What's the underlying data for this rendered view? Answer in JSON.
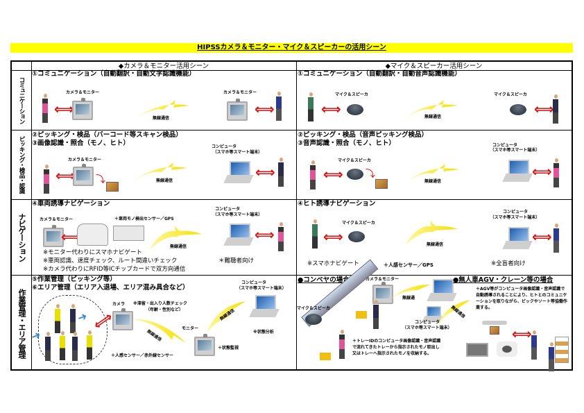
{
  "title": "HIPSSカメラ＆モニター・マイク＆スピーカーの活用シーン",
  "columns": {
    "left": "◆カメラ＆モニター活用シーン",
    "right": "◆マイク＆スピーカー活用シーン"
  },
  "side_labels": [
    "コミュニケーション",
    "ピッキング・検品・認識",
    "ナビゲーション",
    "作業管理・エリア管理"
  ],
  "common": {
    "camera_monitor": "カメラ＆モニター",
    "mic_speaker": "マイク＆スピーカ",
    "wireless": "無線通信",
    "computer": "コンピュータ",
    "smart_device": "（スマホ等スマート端末）"
  },
  "row1": {
    "left_heading": "①コミュニケーション（自動翻訳・自動文字認識機能）",
    "right_heading": "①コミュニケーション（自動翻訳・自動音声認識機能）"
  },
  "row2": {
    "left_heading1": "②ピッキング・検品（バーコード等スキャン検品）",
    "left_heading2": "③画像認識・照合（モノ、ヒト）",
    "right_heading1": "②ピッキング・検品（音声ピッキング検品）",
    "right_heading2": "③音声認識・照合（モノ、ヒト）"
  },
  "row3": {
    "left_heading": "④車両誘導ナビゲーション",
    "sensor": "＋車両モノ検出センサー／GPS",
    "note1": "※モニター代わりにスマホナビゲート",
    "note2": "※車両認識、速度チェック、ルート間違いチェック",
    "note3": "※カメラ代わりにRFID等ICチップカードで双方向通信",
    "hearing": "＊難聴者向け",
    "right_heading": "④ヒト誘導ナビゲーション",
    "smartnav": "※スマホナビゲート",
    "human_sensor": "＋人感センサー／GPS",
    "blind": "※全盲者向け"
  },
  "row4": {
    "heading1": "⑤作業管理（ピッキング等）",
    "heading2": "⑥エリア管理（エリア入退場、エリア混み具合など）",
    "camera": "カメラ",
    "count_check1": "※滞留・出入り人数チェック",
    "count_check2": "（年齢・性別など）",
    "monitor": "モニター",
    "status_analysis": "※状態分析",
    "status_monitor": "＋状態監視",
    "sensors": "＋人感センサー／赤外線センサー",
    "conveyor_heading": "●コンベヤの場合",
    "wireless_short": "無線通",
    "computer_short": "コンピュータ",
    "smart_short": "（スマホ等スマート端末）",
    "conveyor_text": "＋トレーIDのコンピュータ画像認識・音声認識で流れてきたトレーから指示されたモノ取出し又はトレーへ指示されたモノを収納する。",
    "agv_heading": "●無人車AGV・クレーン等の場合",
    "agv_text": "＋AGV等がコンピュータ画像認識・音声認識で自動誘導されることにより、ヒトとのコミュニケーションを取りながら、ピックやソート等協働作業する。"
  }
}
